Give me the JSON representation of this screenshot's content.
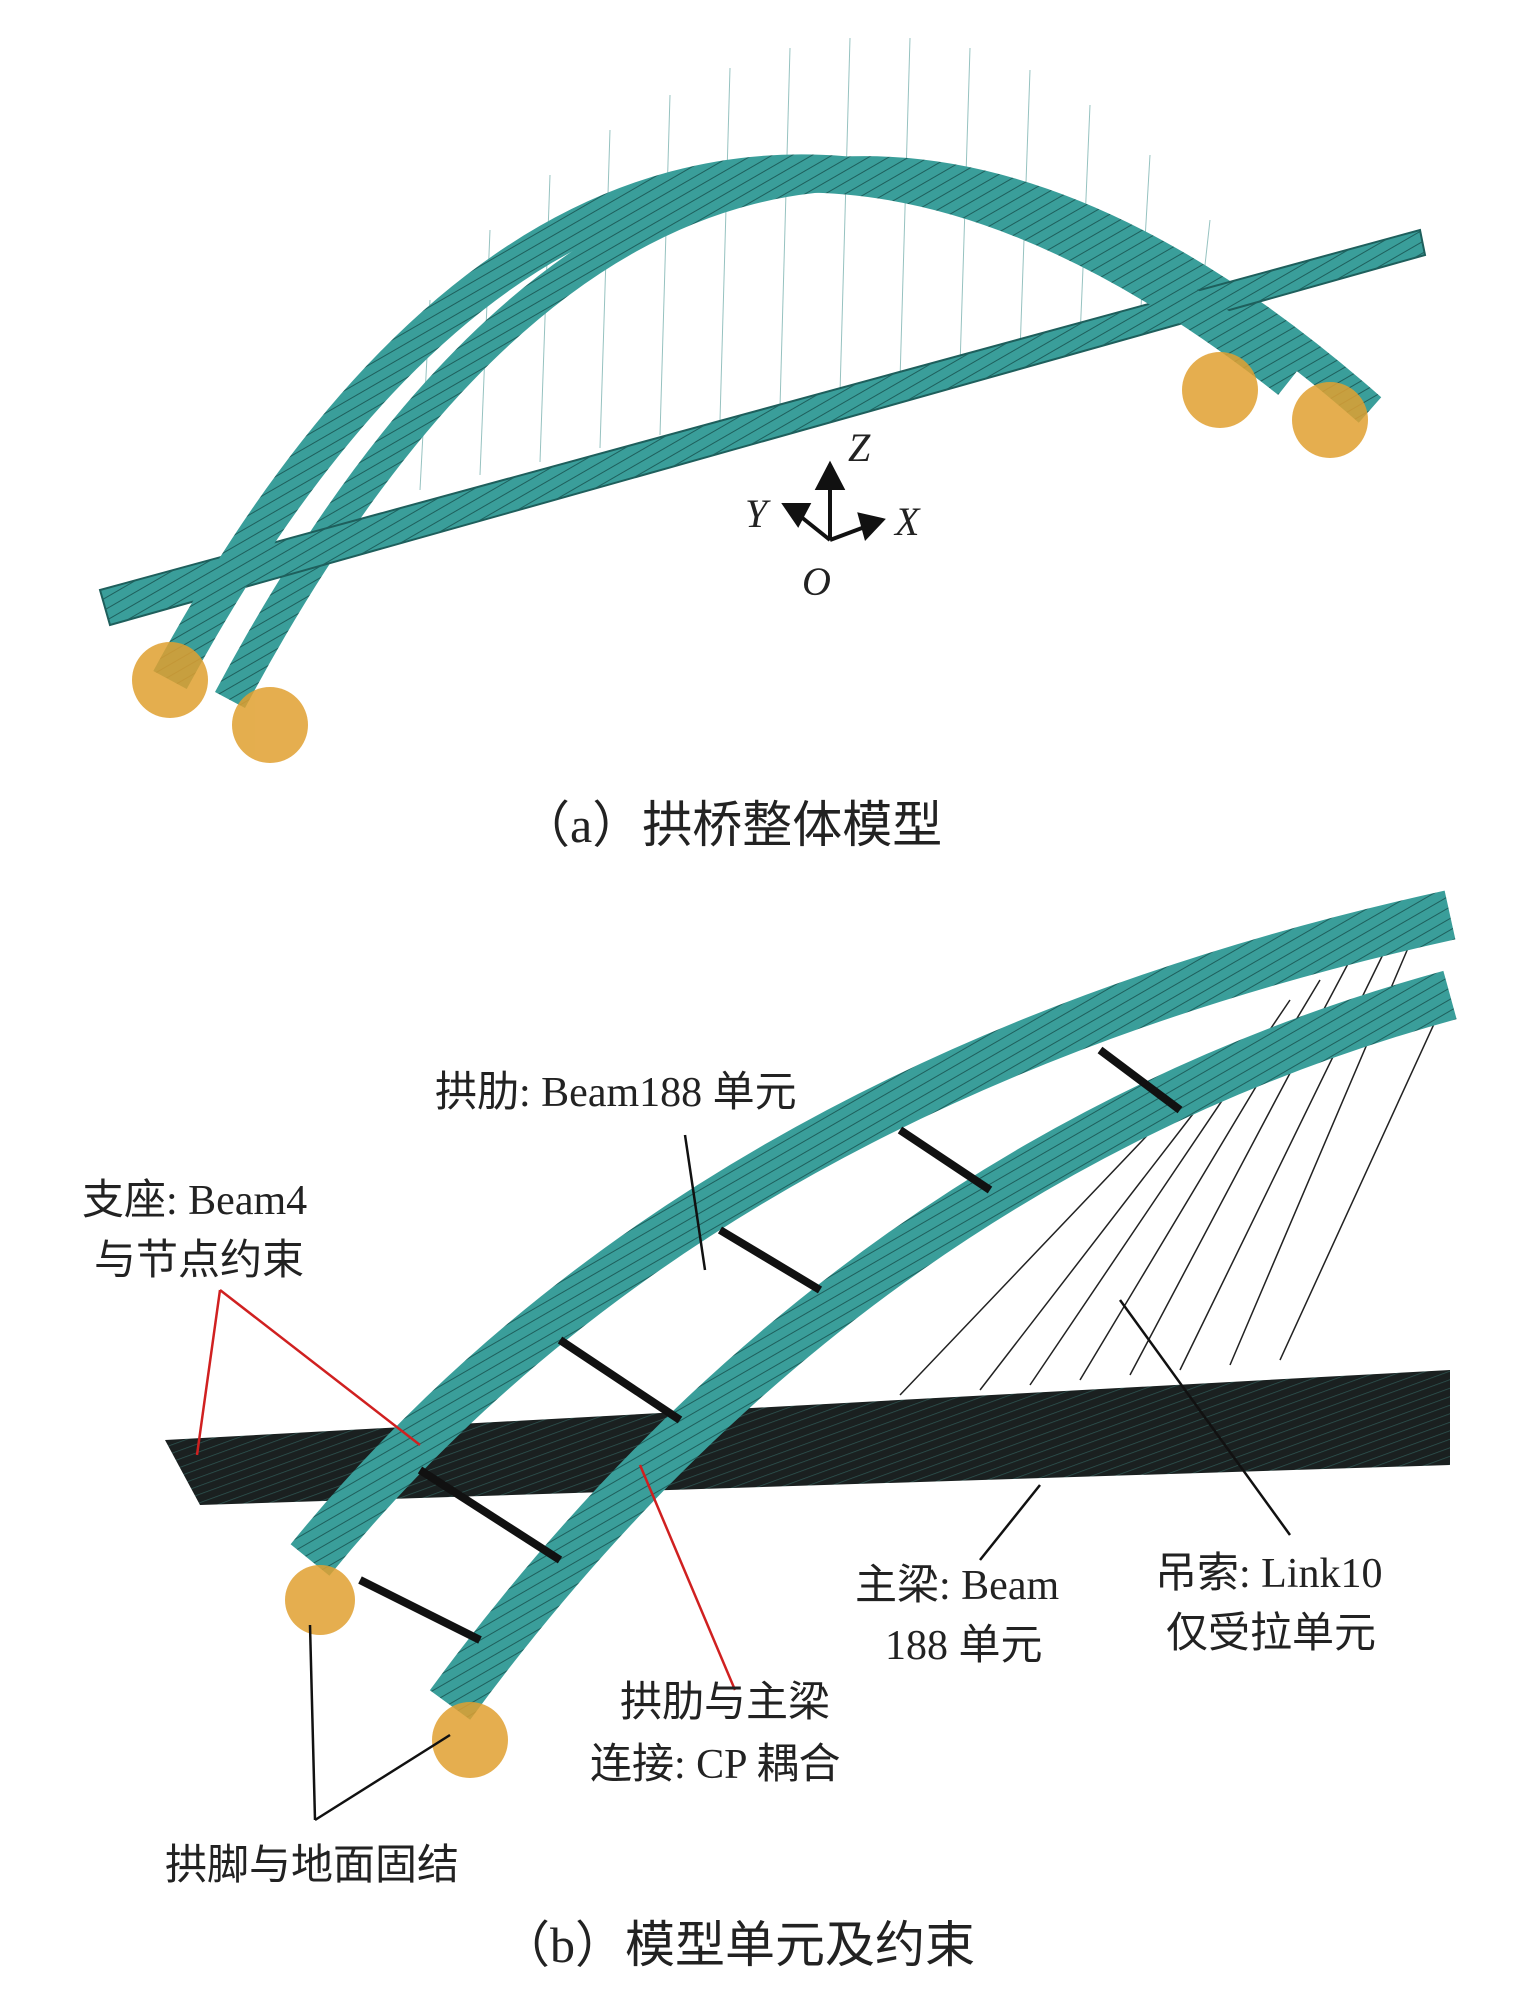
{
  "panel_a": {
    "caption": "（a）拱桥整体模型",
    "axes": {
      "z": "Z",
      "y": "Y",
      "x": "X",
      "origin": "O"
    }
  },
  "panel_b": {
    "caption": "（b）模型单元及约束",
    "labels": {
      "arch_rib": "拱肋: Beam188 单元",
      "support_1": "支座: Beam4",
      "support_2": "与节点约束",
      "main_girder_1": "主梁: Beam",
      "main_girder_2": "188 单元",
      "hanger_1": "吊索: Link10",
      "hanger_2": "仅受拉单元",
      "coupling_1": "拱肋与主梁",
      "coupling_2": "连接: CP 耦合",
      "arch_foot": "拱脚与地面固结"
    }
  },
  "colors": {
    "model": "#3a9e9a",
    "support": "#e0a030",
    "leader": "#d02020",
    "dark": "#1a2020"
  }
}
